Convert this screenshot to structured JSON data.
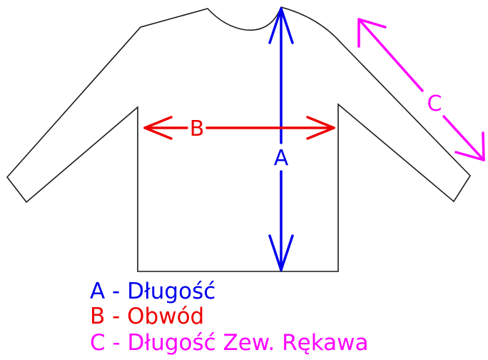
{
  "diagram": {
    "labels": {
      "a": "A",
      "b": "B",
      "c": "C"
    },
    "legend": [
      {
        "text": "A - Długość",
        "color": "#0000ee"
      },
      {
        "text": "B - Obwód",
        "color": "#ee0000"
      },
      {
        "text": "C - Długość Zew. Rękawa",
        "color": "#ff00ff"
      }
    ],
    "colors": {
      "outline": "#1a1a1a",
      "a": "#0000ee",
      "b": "#ee0000",
      "c": "#ff00ff"
    }
  }
}
